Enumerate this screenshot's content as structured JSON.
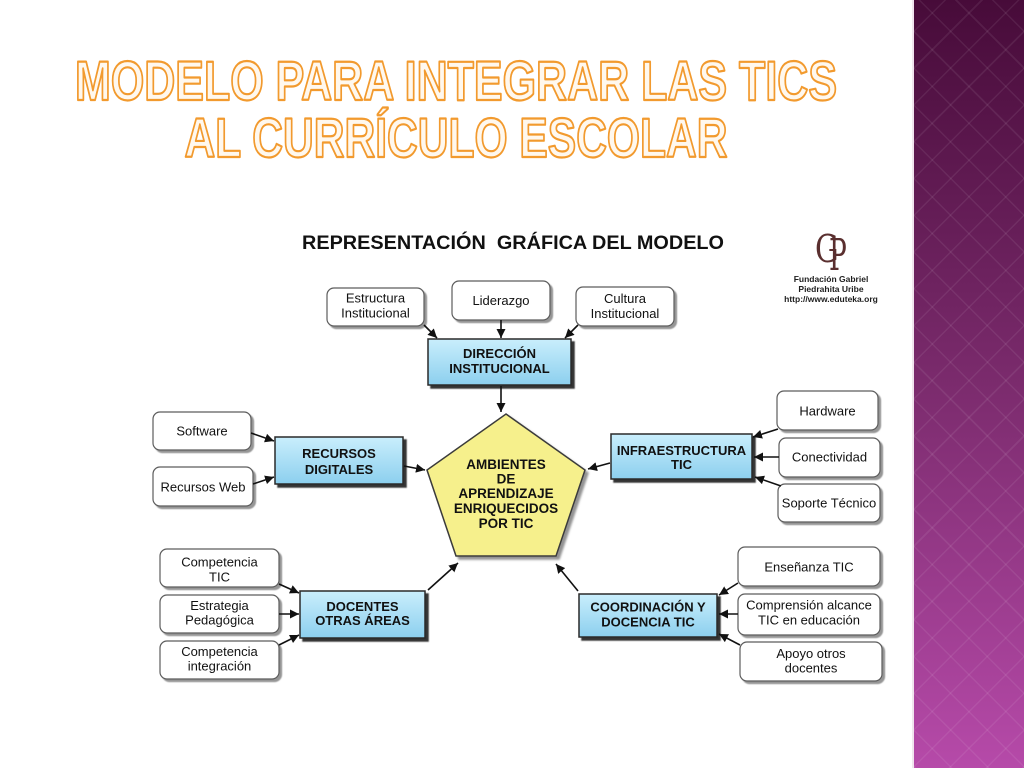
{
  "title": {
    "line1": "MODELO PARA INTEGRAR LAS TICS",
    "line2": "AL CURRÍCULO ESCOLAR"
  },
  "diagram": {
    "heading": "REPRESENTACIÓN  GRÁFICA DEL MODELO",
    "logo": {
      "monogram": [
        "G",
        "P"
      ],
      "line1": "Fundación Gabriel",
      "line2": "Piedrahita Uribe",
      "line3": "http://www.eduteka.org"
    },
    "center": [
      "AMBIENTES",
      "DE",
      "APRENDIZAJE",
      "ENRIQUECIDOS",
      "POR TIC"
    ],
    "direccion": {
      "hub": [
        "DIRECCIÓN",
        "INSTITUCIONAL"
      ],
      "inputs": [
        [
          "Estructura",
          "Institucional"
        ],
        [
          "Liderazgo"
        ],
        [
          "Cultura",
          "Institucional"
        ]
      ]
    },
    "recursos": {
      "hub": [
        "RECURSOS",
        "DIGITALES"
      ],
      "inputs": [
        [
          "Software"
        ],
        [
          "Recursos Web"
        ]
      ]
    },
    "infraestructura": {
      "hub": [
        "INFRAESTRUCTURA",
        "TIC"
      ],
      "inputs": [
        [
          "Hardware"
        ],
        [
          "Conectividad"
        ],
        [
          "Soporte Técnico"
        ]
      ]
    },
    "docentes": {
      "hub": [
        "DOCENTES",
        "OTRAS ÁREAS"
      ],
      "inputs": [
        [
          "Competencia",
          "TIC"
        ],
        [
          "Estrategia",
          "Pedagógica"
        ],
        [
          "Competencia",
          "integración"
        ]
      ]
    },
    "coordinacion": {
      "hub": [
        "COORDINACIÓN Y",
        "DOCENCIA TIC"
      ],
      "inputs": [
        [
          "Enseñanza TIC"
        ],
        [
          "Comprensión alcance",
          "TIC en educación"
        ],
        [
          "Apoyo otros",
          "docentes"
        ]
      ]
    }
  },
  "colors": {
    "title_stroke": "#f29a2e",
    "title_fill": "#fff8ee",
    "hub_fill_top": "#c9eefc",
    "hub_fill_bottom": "#8ccfee",
    "center_fill": "#f6f08c",
    "band_top": "#470b39",
    "band_mid": "#7b2b6d",
    "band_bottom": "#b64aa9"
  }
}
